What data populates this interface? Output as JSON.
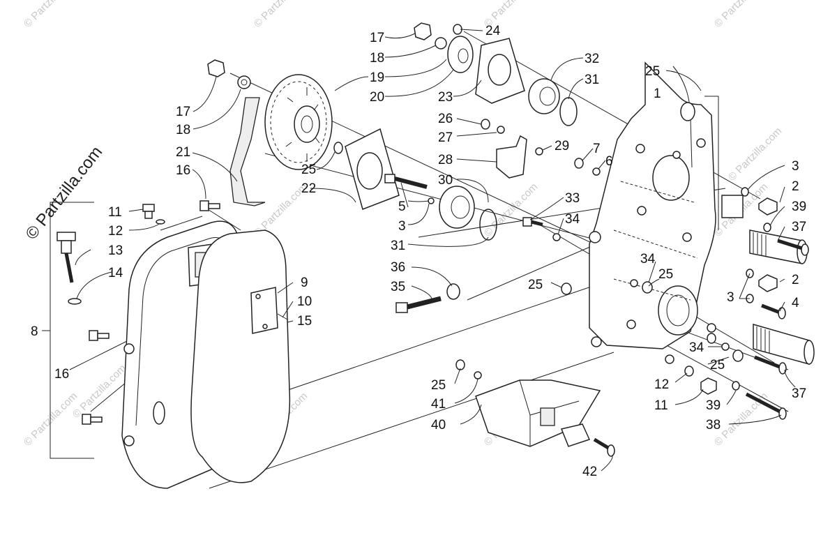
{
  "watermark": "© Partzilla.com",
  "labels": [
    "1",
    "2",
    "3",
    "4",
    "5",
    "6",
    "7",
    "8",
    "9",
    "10",
    "11",
    "12",
    "13",
    "14",
    "15",
    "16",
    "17",
    "18",
    "19",
    "20",
    "21",
    "22",
    "23",
    "24",
    "25",
    "26",
    "27",
    "28",
    "29",
    "30",
    "31",
    "32",
    "33",
    "34",
    "35",
    "36",
    "37",
    "38",
    "39",
    "40",
    "41",
    "42"
  ]
}
